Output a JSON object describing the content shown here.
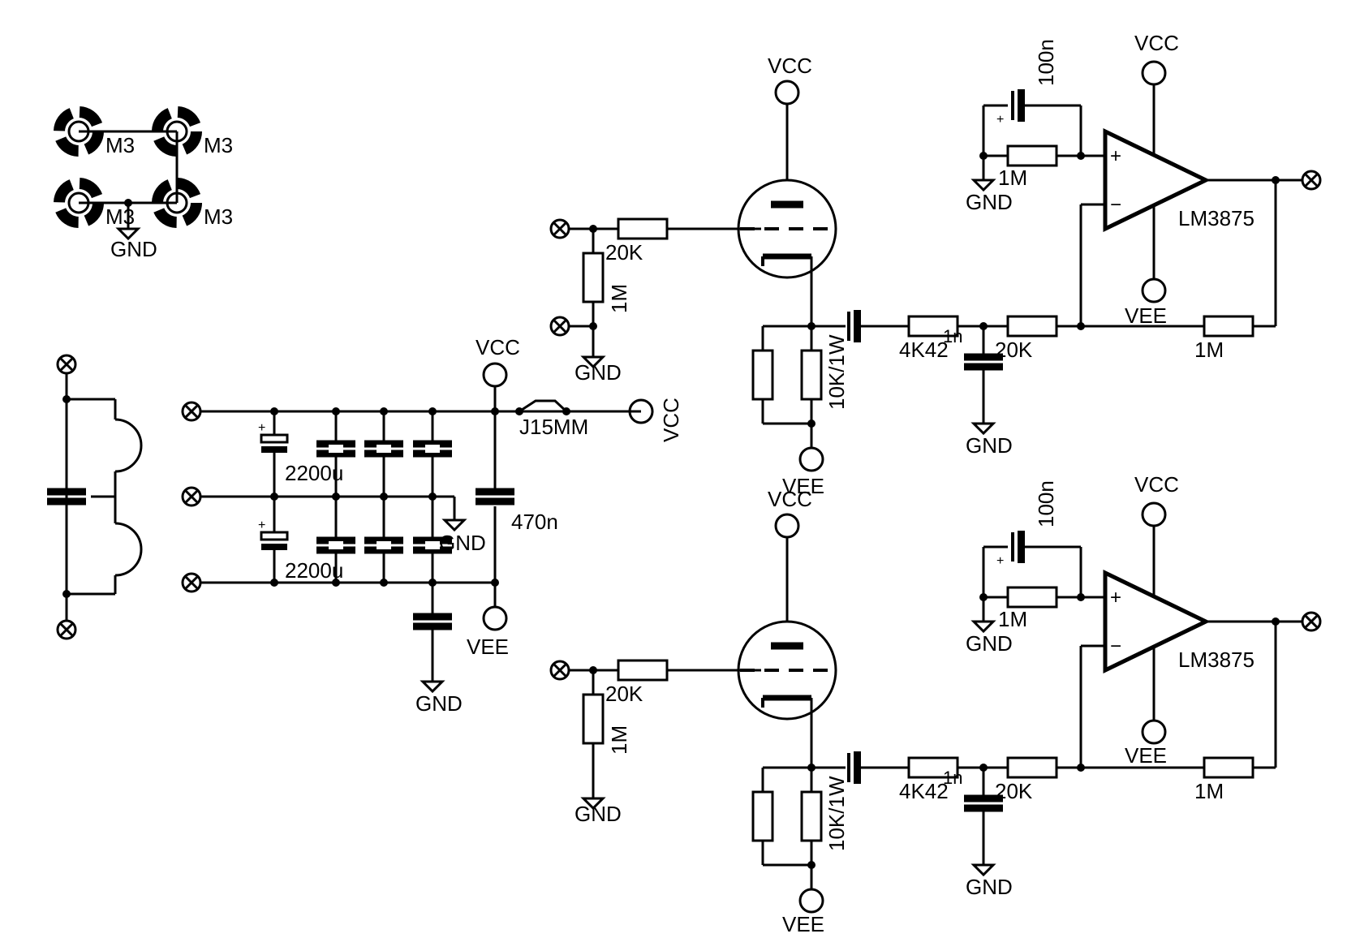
{
  "diagram": {
    "type": "schematic",
    "colors": {
      "ink": "#000000",
      "background": "#ffffff"
    },
    "mounting": {
      "holes": [
        "M3",
        "M3",
        "M3",
        "M3"
      ],
      "gnd": "GND"
    },
    "power_supply": {
      "cap_top": "2200u",
      "cap_bottom": "2200u",
      "cap_470": "470n",
      "jumper": "J15MM",
      "vcc": "VCC",
      "vcc_jumper": "VCC",
      "vee": "VEE",
      "gnd_mid": "GND",
      "gnd_bottom": "GND"
    },
    "channel_top": {
      "tube": {
        "r_grid": "20K",
        "r_gnd": "1M",
        "r_cathode": "10K/1W",
        "vcc": "VCC",
        "vee": "VEE",
        "gnd": "GND"
      },
      "filter": {
        "r1": "4K42",
        "c1": "1n",
        "r2": "20K",
        "gnd": "GND"
      },
      "amp": {
        "name": "LM3875",
        "plus": "+",
        "minus": "−",
        "cap": "100n",
        "cap_plus": "+",
        "r_in": "1M",
        "r_fb": "1M",
        "vcc": "VCC",
        "vee": "VEE",
        "gnd": "GND"
      }
    },
    "channel_bottom": {
      "tube": {
        "r_grid": "20K",
        "r_gnd": "1M",
        "r_cathode": "10K/1W",
        "vcc": "VCC",
        "vee": "VEE",
        "gnd": "GND"
      },
      "filter": {
        "r1": "4K42",
        "c1": "1n",
        "r2": "20K",
        "gnd": "GND"
      },
      "amp": {
        "name": "LM3875",
        "plus": "+",
        "minus": "−",
        "cap": "100n",
        "cap_plus": "+",
        "r_in": "1M",
        "r_fb": "1M",
        "vcc": "VCC",
        "vee": "VEE",
        "gnd": "GND"
      }
    }
  }
}
